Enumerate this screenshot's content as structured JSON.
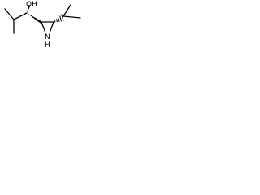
{
  "molecule": {
    "atoms": {
      "hydroxyl": "OH",
      "aziridine_n": "N",
      "aziridine_h": "H"
    },
    "colors": {
      "bond": "#000000",
      "text": "#000000",
      "background": "#ffffff"
    }
  }
}
